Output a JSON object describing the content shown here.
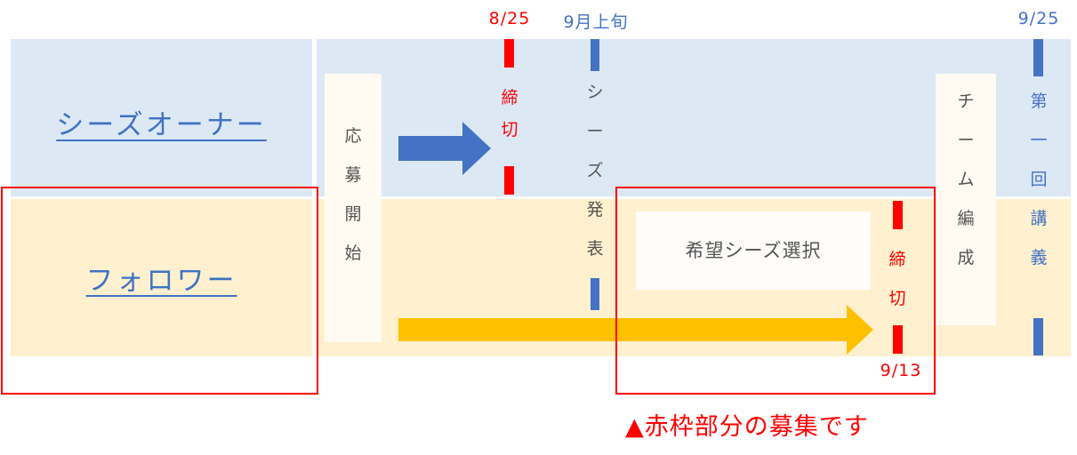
{
  "roles": {
    "owner": "シーズオーナー",
    "follower": "フォロワー"
  },
  "steps": {
    "application_start": [
      "応",
      "募",
      "開",
      "始"
    ],
    "owner_deadline": [
      "締",
      "切"
    ],
    "seeds_announcement": [
      "シ",
      "ー",
      "ズ",
      "発",
      "表"
    ],
    "seeds_selection": "希望シーズ選択",
    "follower_deadline": [
      "締",
      "切"
    ],
    "team_formation": [
      "チ",
      "ー",
      "ム",
      "編",
      "成"
    ],
    "first_lecture": [
      "第",
      "一",
      "回",
      "講",
      "義"
    ]
  },
  "dates": {
    "owner_deadline": "8/25",
    "announcement": "9月上旬",
    "first_lecture": "9/25",
    "follower_deadline": "9/13"
  },
  "note": "▲赤枠部分の募集です",
  "colors": {
    "owner_band": "#dde8f5",
    "follower_band": "#fff1cf",
    "owner_arrow": "#4472c4",
    "follower_arrow": "#ffc000",
    "highlight": "#ff0000"
  }
}
